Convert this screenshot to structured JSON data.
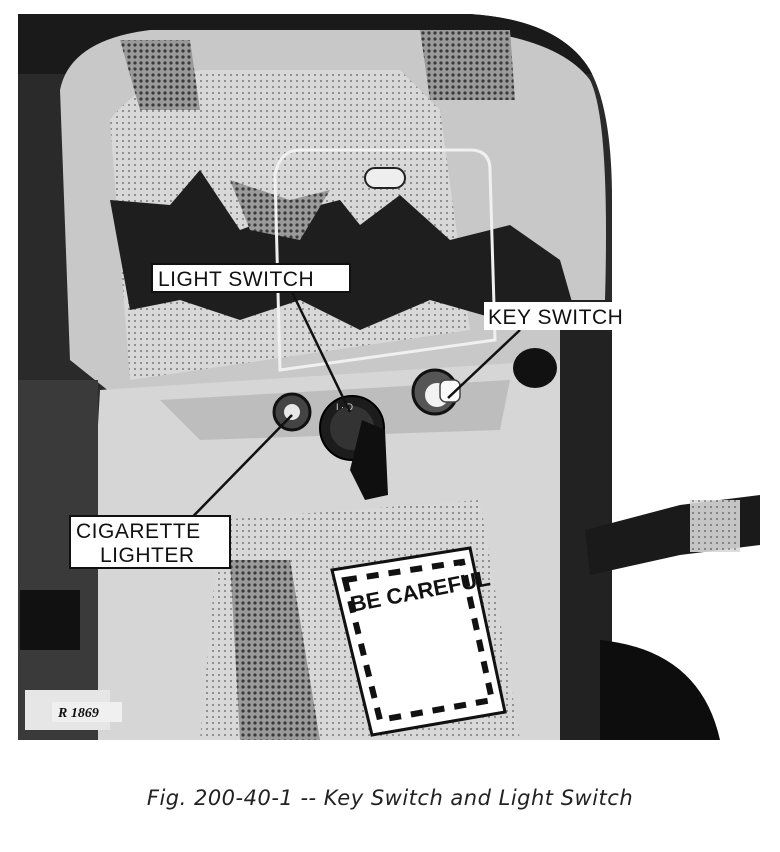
{
  "figure": {
    "labels": {
      "light_switch": "LIGHT SWITCH",
      "key_switch": "KEY SWITCH",
      "cigarette_lighter_line1": "CIGARETTE",
      "cigarette_lighter_line2": "LIGHTER"
    },
    "sign_text": "BE CAREFUL",
    "reference_number": "R 1869"
  },
  "caption": "Fig. 200-40-1 -- Key Switch and Light Switch"
}
